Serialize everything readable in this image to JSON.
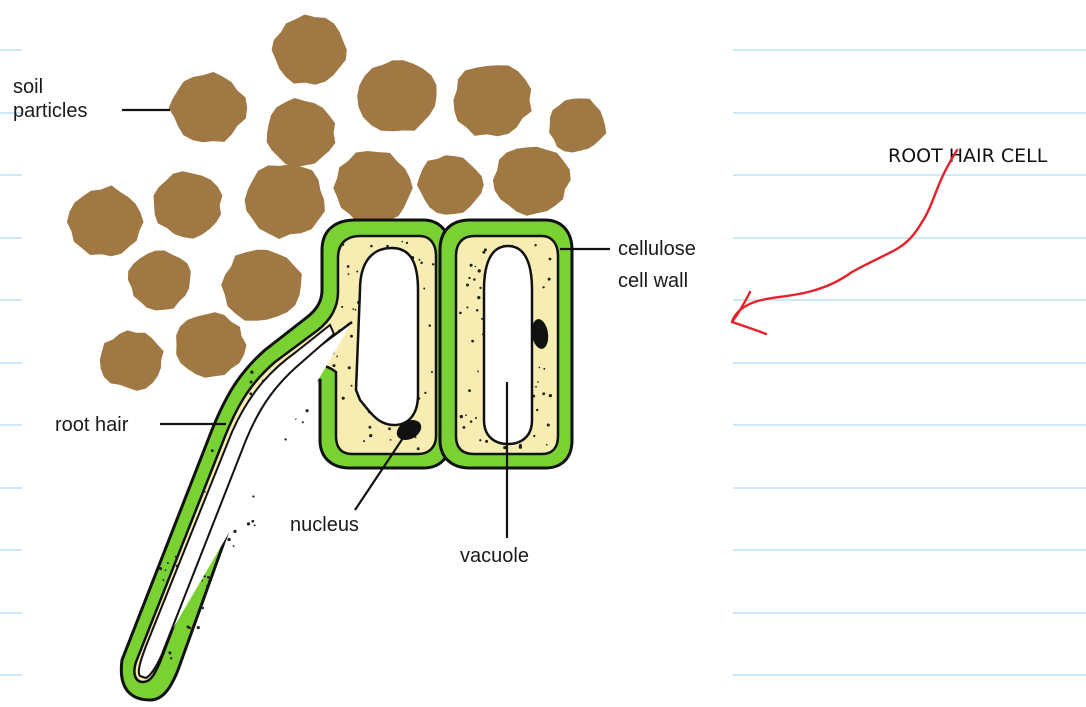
{
  "labels": {
    "soil_line1": "soil",
    "soil_line2": "particles",
    "cellulose_line1": "cellulose",
    "cellulose_line2": "cell wall",
    "root_hair": "root hair",
    "nucleus": "nucleus",
    "vacuole": "vacuole"
  },
  "annotation": {
    "text": "ROOT HAIR CELL",
    "arrow_color": "#e8202a"
  },
  "colors": {
    "soil": "#a07843",
    "cell_wall": "#79d232",
    "cytoplasm": "#f7edb2",
    "vacuole": "#ffffff",
    "nucleus": "#111111",
    "ruled_line": "#bfe1f2"
  }
}
